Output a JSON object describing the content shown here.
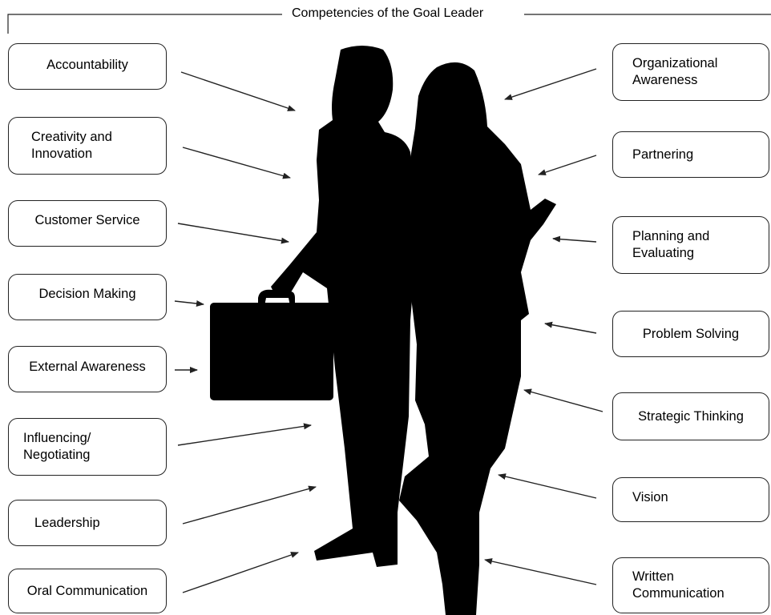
{
  "title": "Competencies of the Goal Leader",
  "left_competencies": [
    "Accountability",
    "Creativity and\nInnovation",
    "Customer Service",
    "Decision Making",
    "External Awareness",
    "Influencing/\nNegotiating",
    "Leadership",
    "Oral Communication"
  ],
  "right_competencies": [
    "Organizational\nAwareness",
    "Partnering",
    "Planning and\nEvaluating",
    "Problem Solving",
    "Strategic Thinking",
    "Vision",
    "Written\nCommunication"
  ],
  "silhouette_color": "#000000",
  "border_color": "#222222"
}
